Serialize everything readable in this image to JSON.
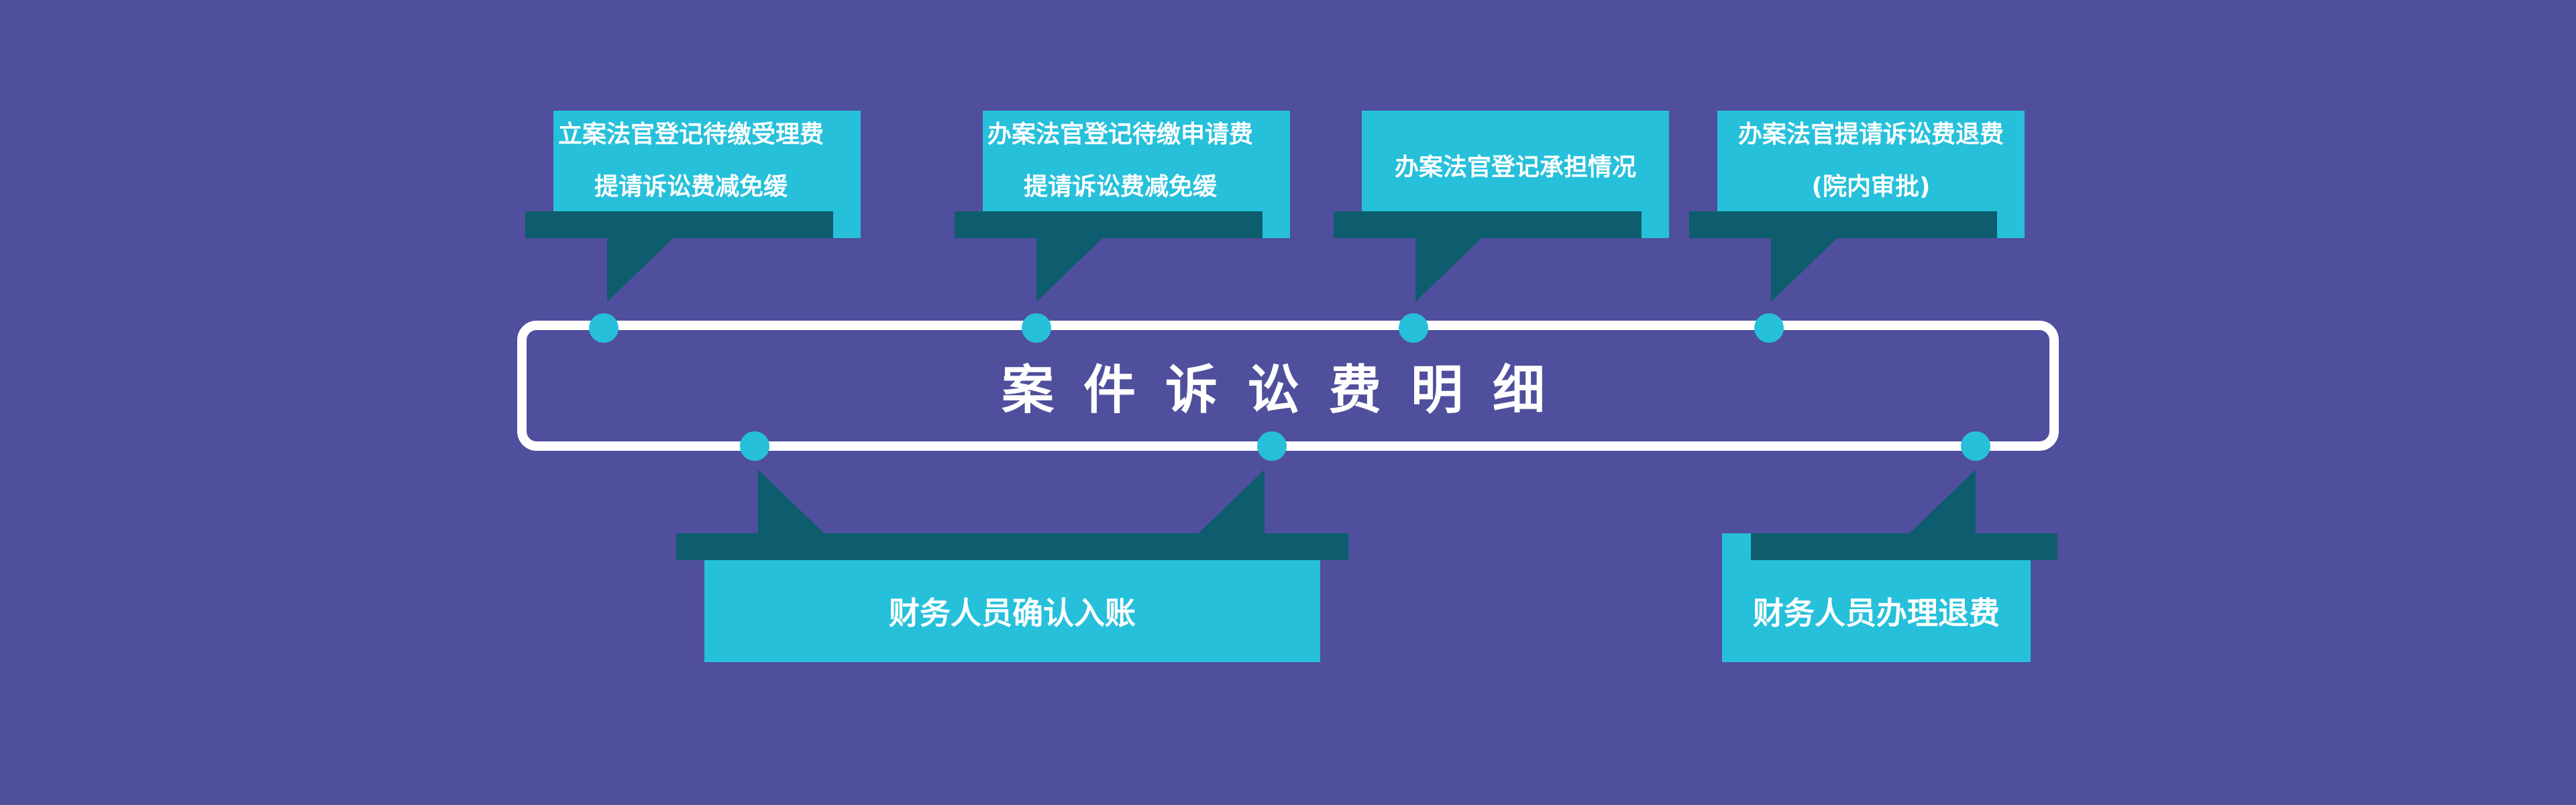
{
  "diagram": {
    "title": "案件诉讼费明细",
    "colors": {
      "background": "#4f4f9d",
      "box": "#26c0db",
      "shadow": "#0e5d6e",
      "track": "#ffffff",
      "node": "#26c0db",
      "text": "#ffffff"
    },
    "top_steps": [
      {
        "line1": "立案法官登记待缴受理费",
        "line2": "提请诉讼费减免缓"
      },
      {
        "line1": "办案法官登记待缴申请费",
        "line2": "提请诉讼费减免缓"
      },
      {
        "line1": "办案法官登记承担情况",
        "line2": ""
      },
      {
        "line1": "办案法官提请诉讼费退费",
        "line2": "(院内审批)"
      }
    ],
    "bottom_steps": [
      {
        "text": "财务人员确认入账"
      },
      {
        "text": "财务人员办理退费"
      }
    ]
  }
}
